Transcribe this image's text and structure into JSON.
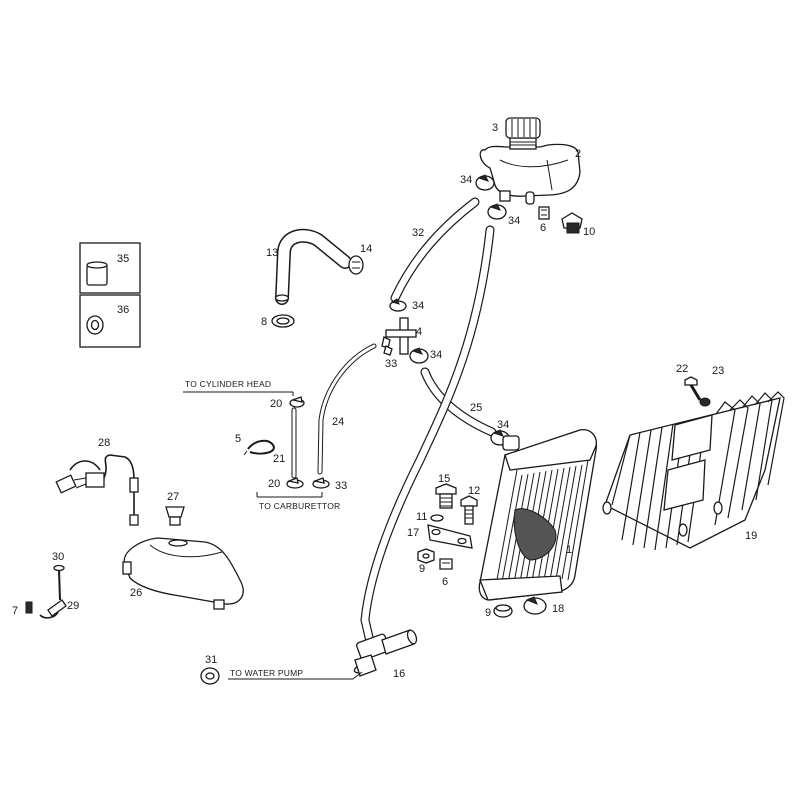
{
  "callouts": {
    "c1": "1",
    "c2": "2",
    "c3": "3",
    "c4": "4",
    "c5": "5",
    "c6a": "6",
    "c6b": "6",
    "c7": "7",
    "c8": "8",
    "c9a": "9",
    "c9b": "9",
    "c10": "10",
    "c11": "11",
    "c12": "12",
    "c13": "13",
    "c14": "14",
    "c15": "15",
    "c16": "16",
    "c17": "17",
    "c18": "18",
    "c19": "19",
    "c20a": "20",
    "c20b": "20",
    "c21": "21",
    "c22": "22",
    "c23": "23",
    "c24": "24",
    "c25": "25",
    "c26": "26",
    "c27": "27",
    "c28": "28",
    "c29": "29",
    "c30": "30",
    "c31": "31",
    "c32": "32",
    "c33a": "33",
    "c33b": "33",
    "c34a": "34",
    "c34b": "34",
    "c34c": "34",
    "c34d": "34",
    "c34e": "34",
    "c35": "35",
    "c36": "36"
  },
  "labels": {
    "to_cylinder_head": "TO CYLINDER HEAD",
    "to_carburettor": "TO CARBURETTOR",
    "to_water_pump": "TO WATER PUMP"
  }
}
